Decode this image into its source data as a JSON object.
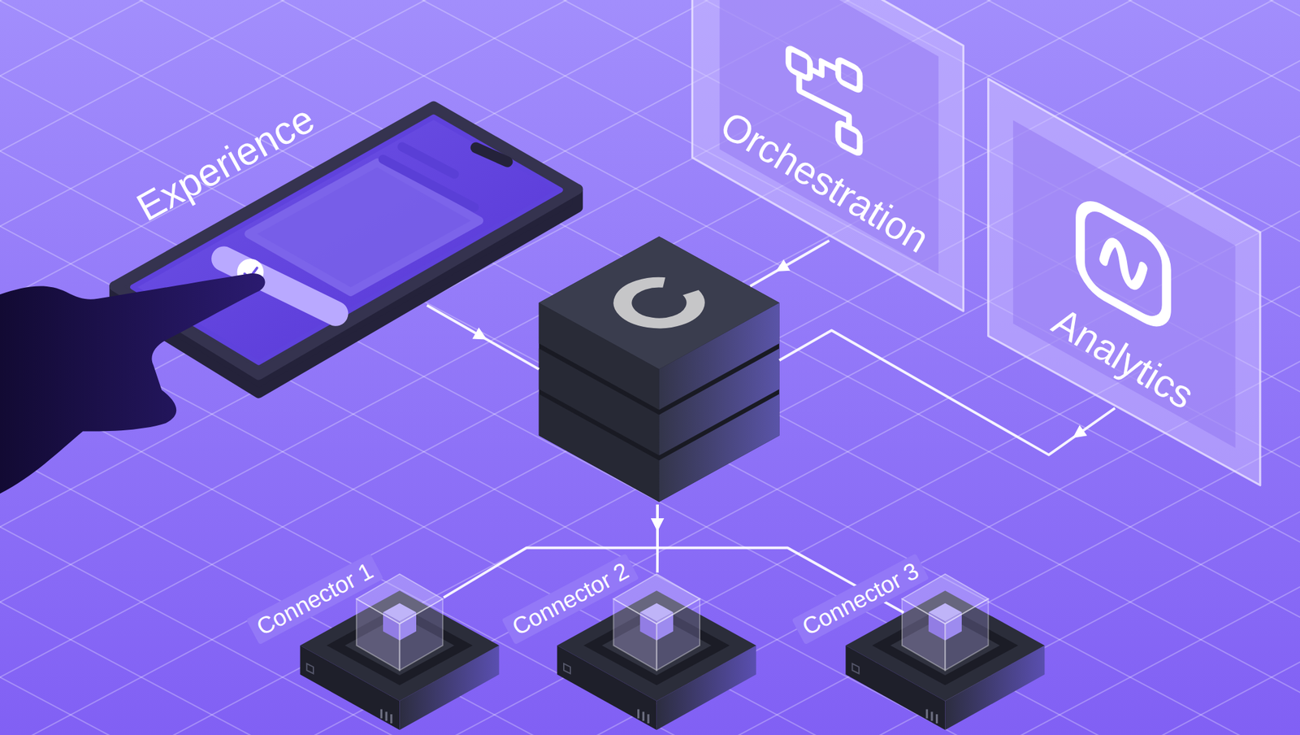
{
  "diagram": {
    "nodes": [
      {
        "text": [
          "Experience"
        ]
      },
      {
        "text": [
          "Orchestration"
        ]
      },
      {},
      {
        "text": [
          "Analytics"
        ]
      },
      {
        "text": [
          "Connector 1"
        ]
      },
      {
        "text": [
          "Connector 2"
        ]
      },
      {
        "text": [
          "Connector 3"
        ]
      }
    ],
    "edges": [
      {
        "from": 0,
        "to": 2,
        "arrow": "to"
      },
      {
        "from": 1,
        "to": 2,
        "arrow": "to"
      },
      {
        "from": 3,
        "to": 2,
        "arrow": "to"
      },
      {
        "from": 2,
        "to": 4,
        "arrow": "to"
      },
      {
        "from": 2,
        "to": 5,
        "arrow": "to"
      },
      {
        "from": 2,
        "to": 6,
        "arrow": "to"
      }
    ]
  }
}
